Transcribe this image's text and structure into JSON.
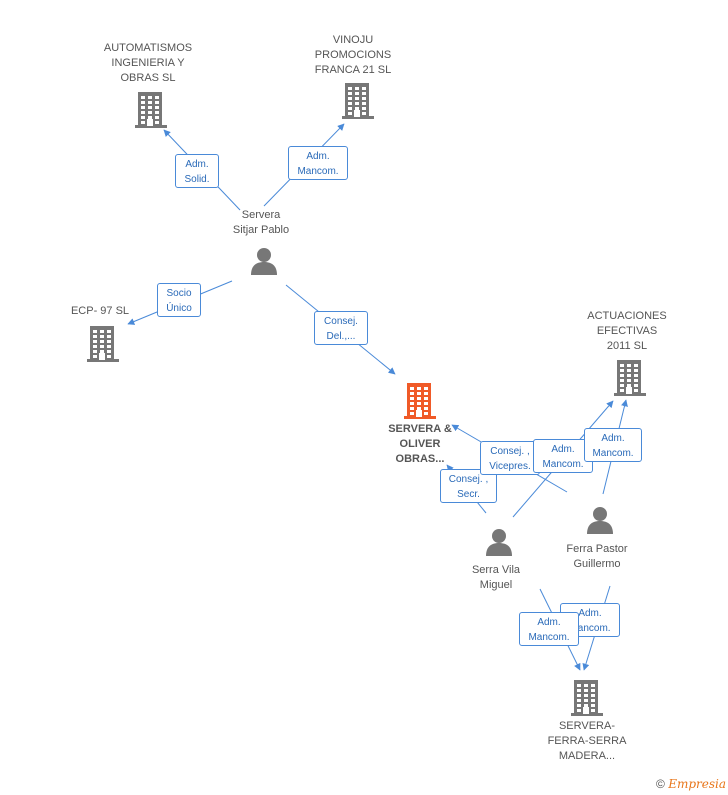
{
  "companies": [
    {
      "id": "automatismos",
      "name": "AUTOMATISMOS\nINGENIERIA Y\nOBRAS SL"
    },
    {
      "id": "vinoju",
      "name": "VINOJU\nPROMOCIONS\nFRANCA 21 SL"
    },
    {
      "id": "ecp",
      "name": "ECP- 97 SL"
    },
    {
      "id": "servera_oliver",
      "name": "SERVERA &\nOLIVER\nOBRAS...",
      "focus": true
    },
    {
      "id": "actuaciones",
      "name": "ACTUACIONES\nEFECTIVAS\n2011 SL"
    },
    {
      "id": "servera_ferra",
      "name": "SERVERA-\nFERRA-SERRA\nMADERA..."
    }
  ],
  "people": [
    {
      "id": "servera_sitjar",
      "name": "Servera\nSitjar Pablo"
    },
    {
      "id": "serra_vila",
      "name": "Serra Vila\nMiguel"
    },
    {
      "id": "ferra_pastor",
      "name": "Ferra Pastor\nGuillermo"
    }
  ],
  "relations": [
    {
      "from": "servera_sitjar",
      "to": "automatismos",
      "label": "Adm.\nSolid."
    },
    {
      "from": "servera_sitjar",
      "to": "vinoju",
      "label": "Adm.\nMancom."
    },
    {
      "from": "servera_sitjar",
      "to": "ecp",
      "label": "Socio\nÚnico"
    },
    {
      "from": "servera_sitjar",
      "to": "servera_oliver",
      "label": "Consej.\nDel.,..."
    },
    {
      "from": "serra_vila",
      "to": "servera_oliver",
      "label": "Consej. ,\nSecr."
    },
    {
      "from": "ferra_pastor",
      "to": "servera_oliver",
      "label": "Consej. ,\nVicepres."
    },
    {
      "from": "serra_vila",
      "to": "actuaciones",
      "label": "Adm.\nMancom."
    },
    {
      "from": "ferra_pastor",
      "to": "actuaciones",
      "label": "Adm.\nMancom."
    },
    {
      "from": "serra_vila",
      "to": "servera_ferra",
      "label": "Adm.\nMancom."
    },
    {
      "from": "ferra_pastor",
      "to": "servera_ferra",
      "label": "Adm.\nMancom."
    }
  ],
  "colors": {
    "edge": "#4a8ad8",
    "node": "#777777",
    "focus": "#f05a28"
  },
  "footer": {
    "copyright": "©",
    "brand": "Empresia"
  }
}
